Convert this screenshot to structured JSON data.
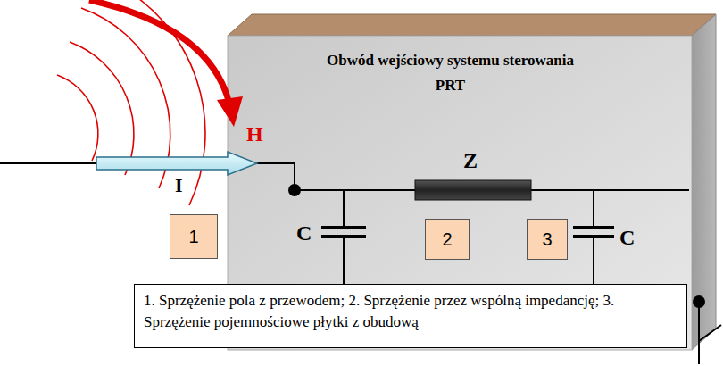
{
  "diagram": {
    "nodes": [
      {
        "text": [
          "Obwód wejściowy systemu sterowania PRT"
        ]
      },
      {
        "text": [
          "1"
        ]
      },
      {
        "text": [
          "2"
        ],
        "in": 0
      },
      {
        "text": [
          "3"
        ],
        "in": 0
      },
      {
        "text": [
          "1. Sprzężenie pola z przewodem; 2. Sprzężenie przez wspólną impedancję; 3. Sprzężenie pojemnościowe płytki z obudową"
        ]
      }
    ],
    "labels": [
      "H",
      "I",
      "Z",
      "C",
      "C"
    ]
  }
}
